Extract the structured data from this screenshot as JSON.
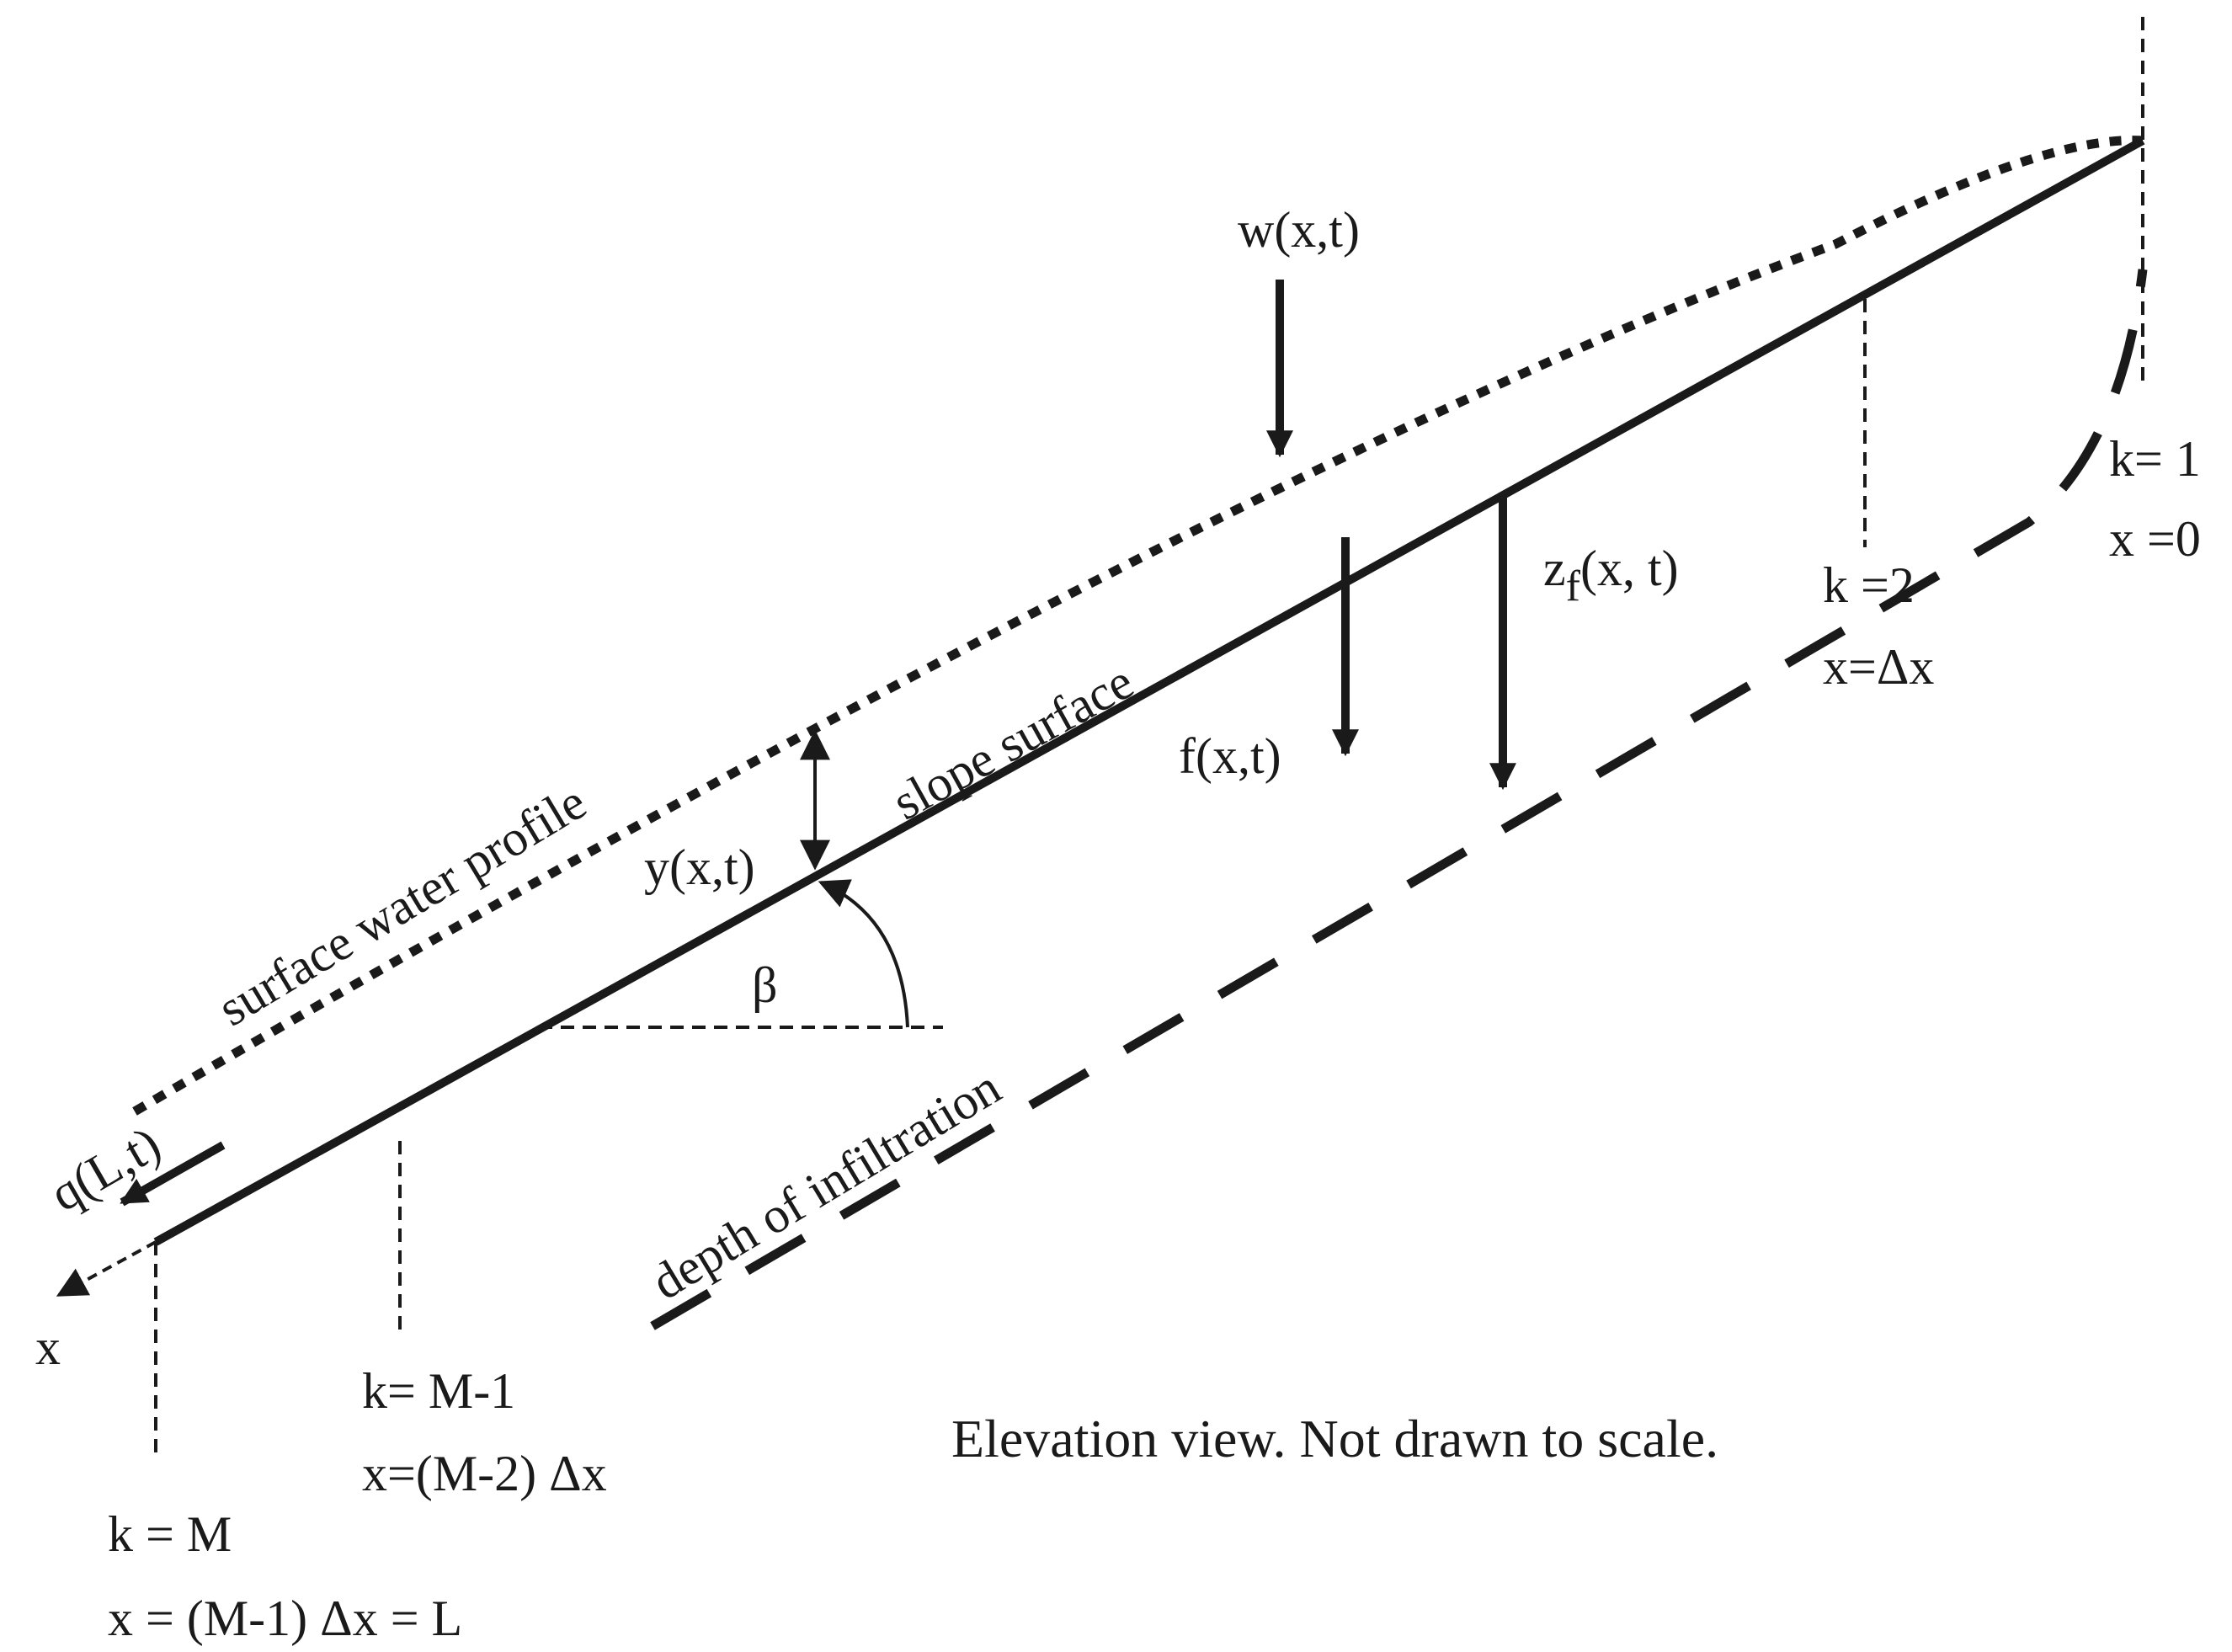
{
  "labels": {
    "rainfall": "w(x,t)",
    "infiltration_rate": "f(x,t)",
    "wetting_front_base": "z",
    "wetting_front_sub": "f",
    "wetting_front_args": "(x, t)",
    "flow_depth": "y(x,t)",
    "slope_surface": "slope surface",
    "surface_water_profile": "surface water profile",
    "depth_of_infiltration": "depth of infiltration",
    "slope_angle": "β",
    "outflow": "q(L,t)",
    "x_axis": "x",
    "note": "Elevation view. Not drawn to scale."
  },
  "nodes": [
    {
      "k": "k= 1",
      "x": "x =0"
    },
    {
      "k": "k =2",
      "x": "x=Δx"
    },
    {
      "k": "k= M-1",
      "x": "x=(M-2) Δx"
    },
    {
      "k": "k = M",
      "x": "x = (M-1) Δx = L"
    }
  ]
}
